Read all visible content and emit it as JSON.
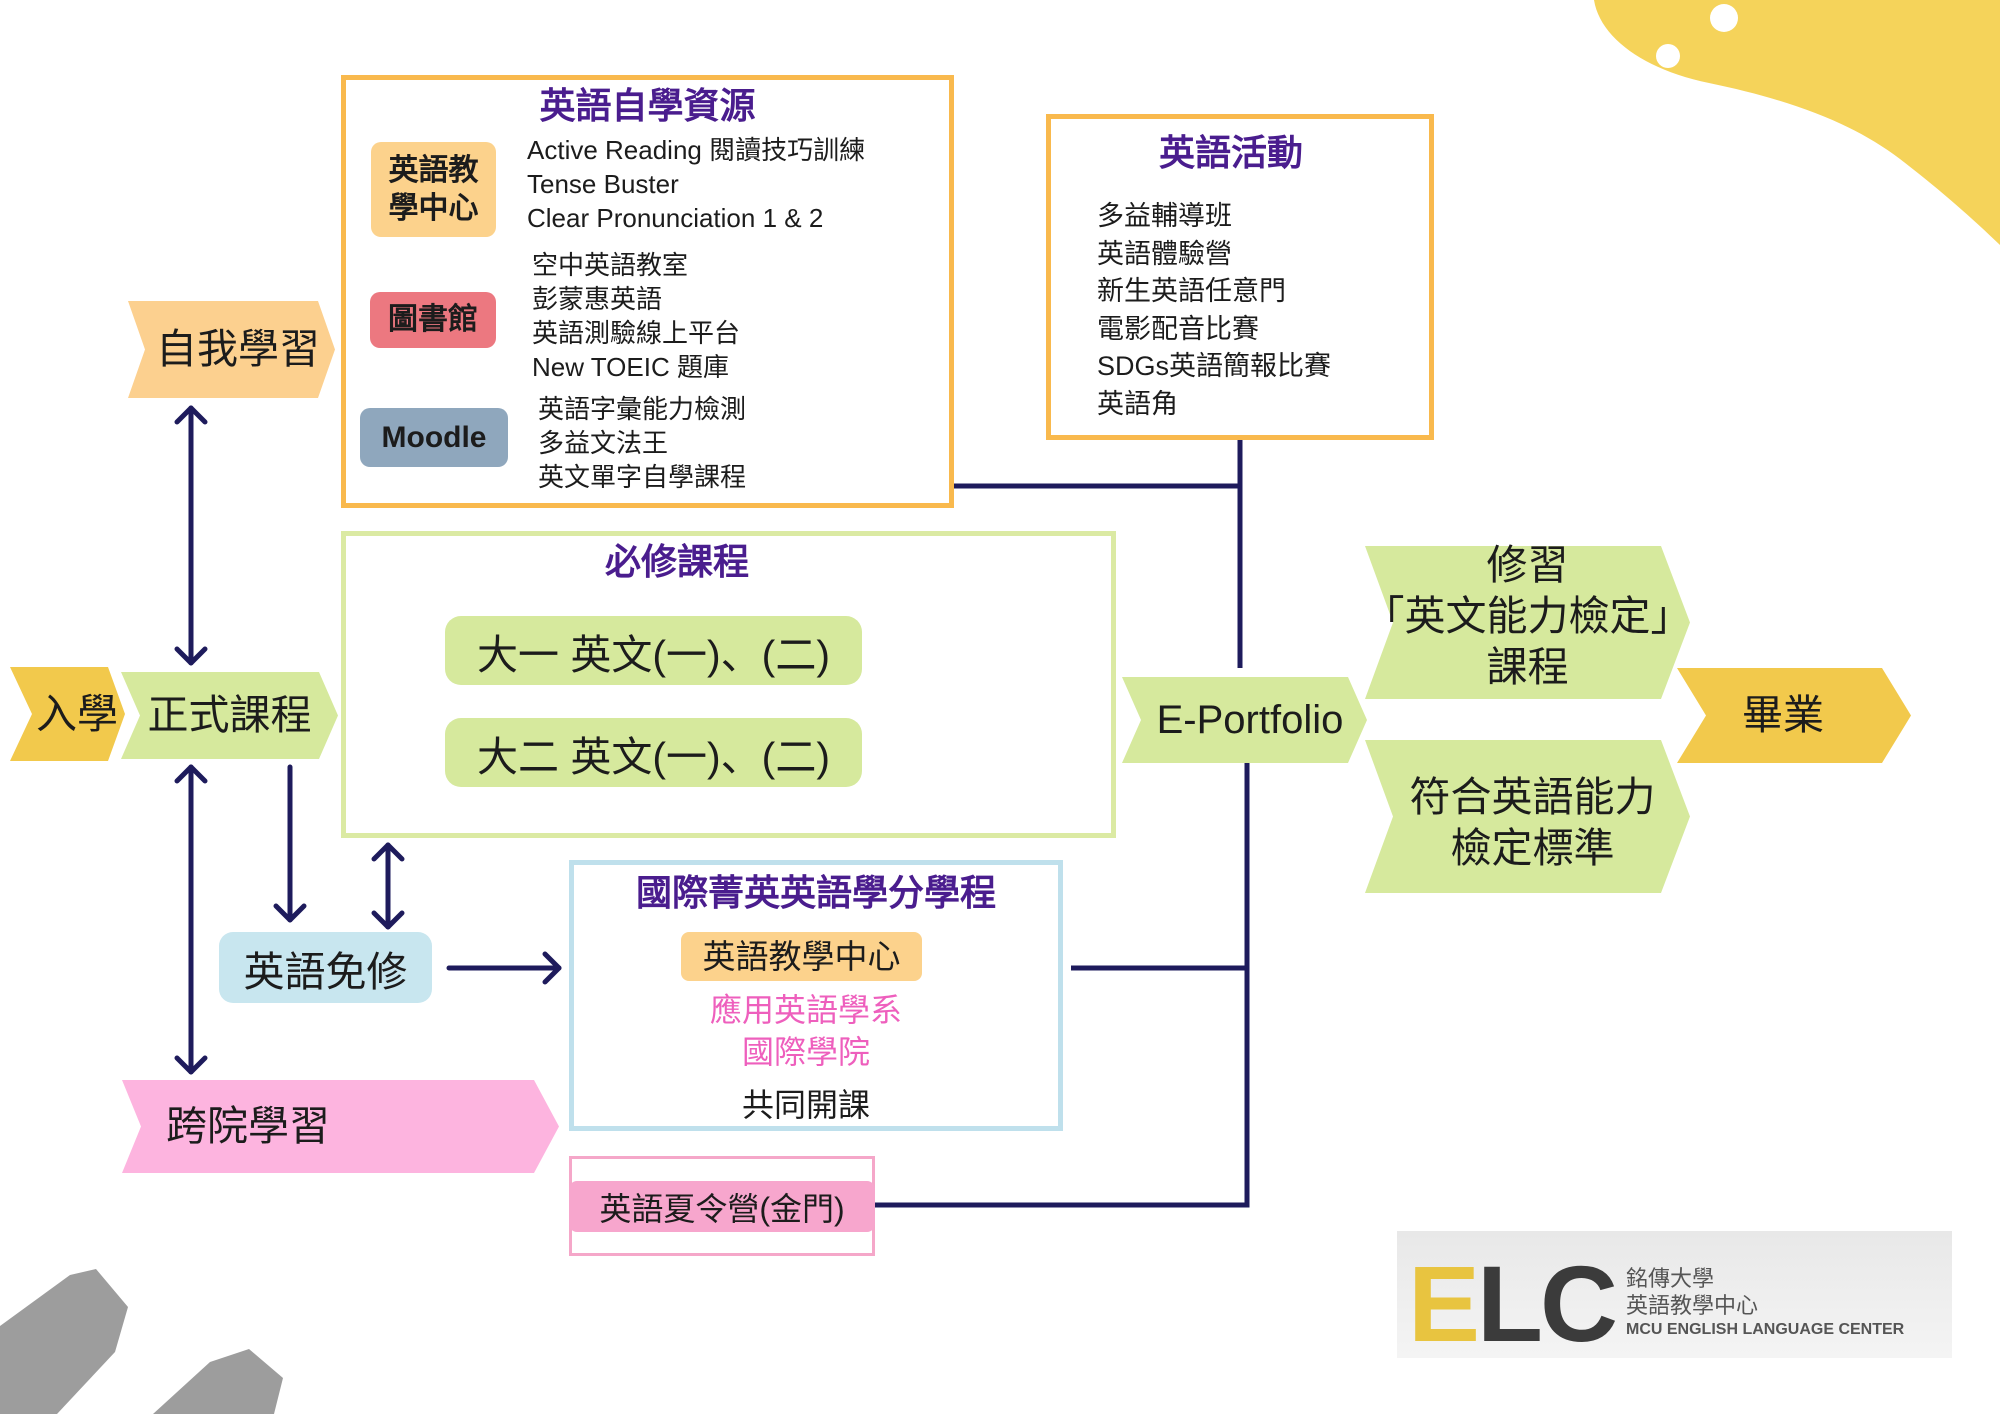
{
  "self_study_resources": {
    "title": "英語自學資源",
    "elc": {
      "badge_lines": [
        "英語教",
        "學中心"
      ],
      "items": [
        "Active Reading 閱讀技巧訓練",
        "Tense Buster",
        "Clear Pronunciation 1 & 2"
      ]
    },
    "library": {
      "badge": "圖書館",
      "items": [
        "空中英語教室",
        "彭蒙惠英語",
        "英語測驗線上平台",
        "New TOEIC 題庫"
      ]
    },
    "moodle": {
      "badge": "Moodle",
      "items": [
        "英語字彙能力檢測",
        "多益文法王",
        "英文單字自學課程"
      ]
    }
  },
  "activities": {
    "title": "英語活動",
    "items": [
      "多益輔導班",
      "英語體驗營",
      "新生英語任意門",
      "電影配音比賽",
      "SDGs英語簡報比賽",
      "英語角"
    ]
  },
  "required_courses": {
    "title": "必修課程",
    "courses": [
      "大一 英文(一)、(二)",
      "大二 英文(一)、(二)"
    ]
  },
  "elite_program": {
    "title": "國際菁英英語學分學程",
    "badge": "英語教學中心",
    "departments": [
      "應用英語學系",
      "國際學院"
    ],
    "note": "共同開課"
  },
  "summer_camp": {
    "label": "英語夏令營(金門)"
  },
  "pathway": {
    "enrollment": "入學",
    "formal_courses": "正式課程",
    "self_study": "自我學習",
    "exemption": "英語免修",
    "cross_college": "跨院學習",
    "eportfolio": "E-Portfolio",
    "certification_course_lines": [
      "修習",
      "「英文能力檢定」",
      "課程"
    ],
    "meets_standard_lines": [
      "符合英語能力",
      "檢定標準"
    ],
    "graduation": "畢業"
  },
  "logo": {
    "mark_e": "E",
    "mark_lc": "LC",
    "name_zh": "銘傳大學",
    "unit_zh": "英語教學中心",
    "name_en": "MCU ENGLISH LANGUAGE CENTER"
  },
  "colors": {
    "heading_purple": "#4a1d8e",
    "connector_navy": "#1e1b5c",
    "resource_border": "#f9b94d",
    "course_green": "#d6e99d",
    "milestone_yellow": "#f2c94c",
    "elc_badge": "#fcd28c",
    "library_badge": "#ec7880",
    "moodle_badge": "#8fa7bd",
    "program_border": "#bfe0ec",
    "department_pink": "#ee5fbd",
    "cross_college_pink": "#fdb4df",
    "exemption_blue": "#c8e6ef",
    "logo_yellow": "#e8c440"
  }
}
